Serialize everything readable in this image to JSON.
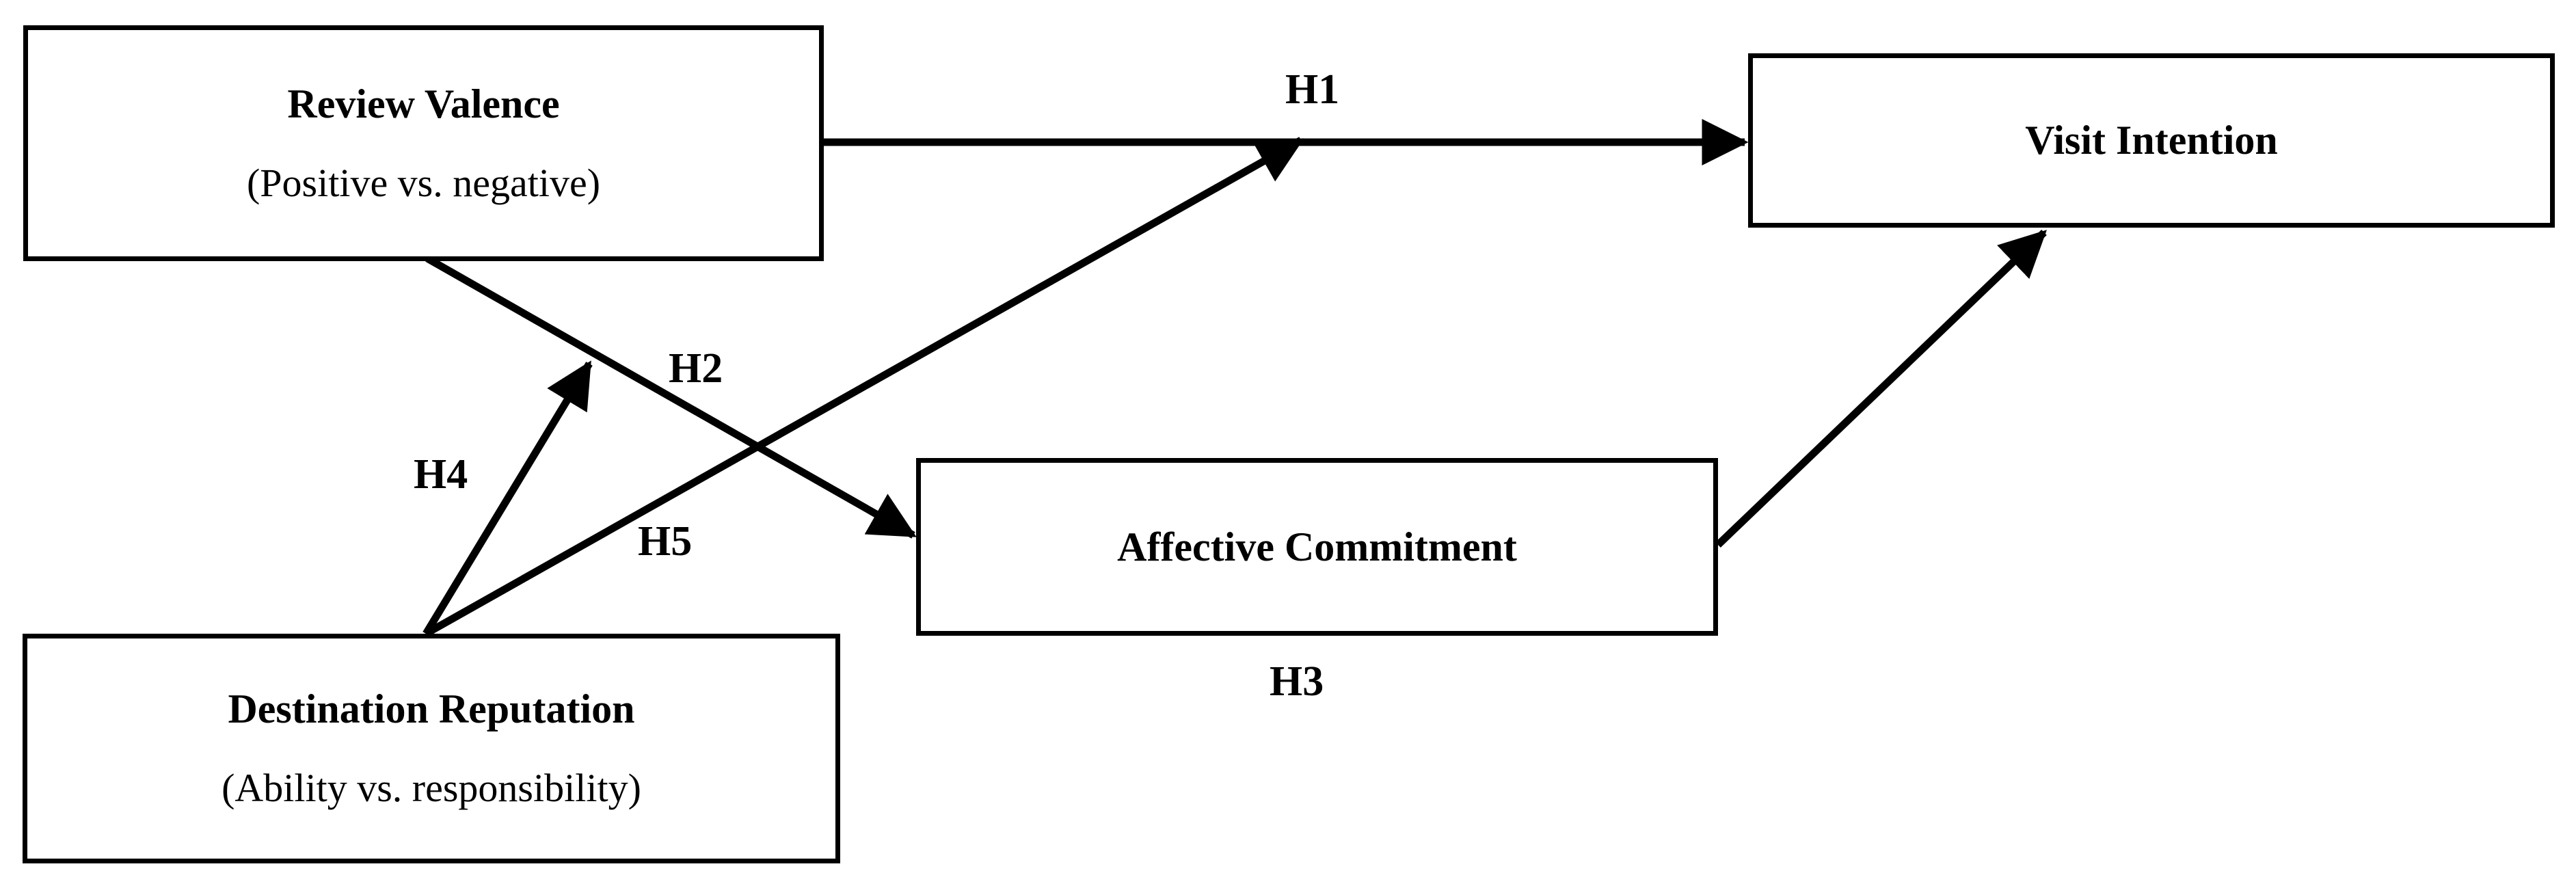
{
  "diagram": {
    "type": "conceptual-research-model",
    "background_color": "#ffffff",
    "line_color": "#000000",
    "nodes": [
      {
        "id": "review-valence",
        "title": "Review Valence",
        "subtitle": "(Positive vs. negative)"
      },
      {
        "id": "destination-reputation",
        "title": "Destination Reputation",
        "subtitle": "(Ability vs. responsibility)"
      },
      {
        "id": "affective-commitment",
        "title": "Affective Commitment",
        "subtitle": ""
      },
      {
        "id": "visit-intention",
        "title": "Visit Intention",
        "subtitle": ""
      }
    ],
    "edges": [
      {
        "id": "h1",
        "label": "H1",
        "from": "review-valence",
        "to": "visit-intention"
      },
      {
        "id": "h2",
        "label": "H2",
        "from": "review-valence",
        "to": "affective-commitment"
      },
      {
        "id": "h3",
        "label": "H3",
        "from": "affective-commitment",
        "to": "visit-intention"
      },
      {
        "id": "h4",
        "label": "H4",
        "from": "destination-reputation",
        "to": "h2-path"
      },
      {
        "id": "h5",
        "label": "H5",
        "from": "destination-reputation",
        "to": "h1-path"
      }
    ]
  }
}
